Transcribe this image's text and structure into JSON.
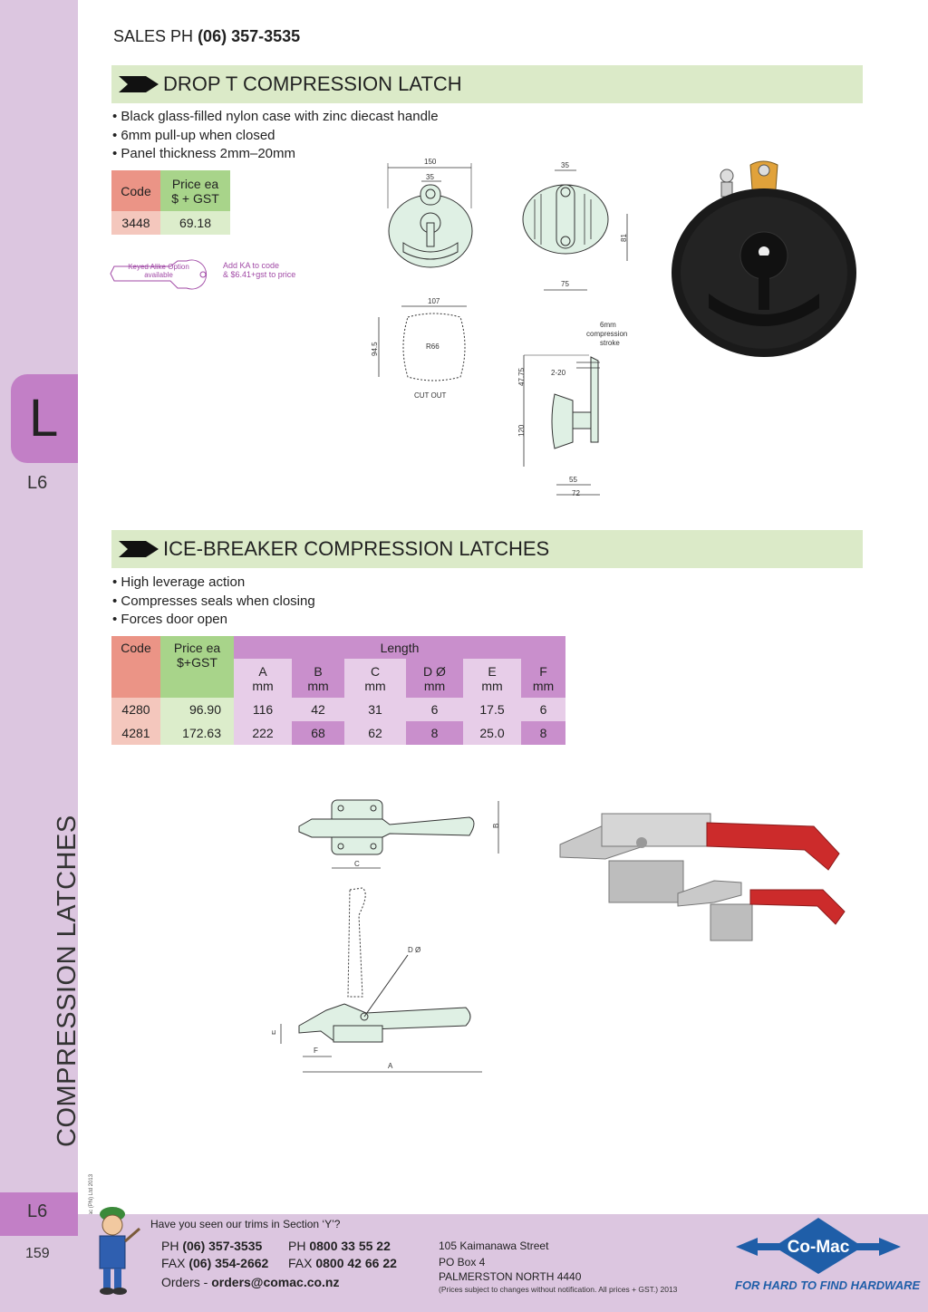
{
  "header": {
    "sales_label": "SALES  PH",
    "sales_phone": "(06) 357-3535"
  },
  "sidebar": {
    "tab_letter": "L",
    "code_top": "L6",
    "vertical_title": "COMPRESSION LATCHES",
    "copyright": "© Co-Mac (PN) Ltd 2013",
    "code_bottom": "L6",
    "page_number": "159"
  },
  "section1": {
    "title": "DROP T COMPRESSION LATCH",
    "bullets": [
      "Black glass-filled nylon case with zinc diecast handle",
      "6mm pull-up when closed",
      "Panel thickness 2mm–20mm"
    ],
    "table": {
      "code_header": "Code",
      "price_header_1": "Price ea",
      "price_header_2": "$ + GST",
      "rows": [
        {
          "code": "3448",
          "price": "69.18"
        }
      ]
    },
    "keyed": {
      "key_text_1": "Keyed Alike Option",
      "key_text_2": "available",
      "note_1": "Add KA to code",
      "note_2": "& $6.41+gst to price"
    },
    "drawing_labels": {
      "w150": "150",
      "w35a": "35",
      "w35b": "35",
      "h81": "81",
      "w75": "75",
      "w107": "107",
      "h94": "94.5",
      "r66": "R66",
      "cutout": "CUT OUT",
      "stroke_1": "6mm",
      "stroke_2": "compression",
      "stroke_3": "stroke",
      "h47": "47.75",
      "t220": "2-20",
      "h120": "120",
      "w55": "55",
      "w72": "72"
    }
  },
  "section2": {
    "title": "ICE-BREAKER COMPRESSION LATCHES",
    "bullets": [
      "High leverage action",
      "Compresses seals when closing",
      "Forces door open"
    ],
    "table": {
      "code_header": "Code",
      "price_header_1": "Price ea",
      "price_header_2": "$+GST",
      "length_header": "Length",
      "columns": [
        {
          "name": "A",
          "unit": "mm"
        },
        {
          "name": "B",
          "unit": "mm"
        },
        {
          "name": "C",
          "unit": "mm"
        },
        {
          "name": "D Ø",
          "unit": "mm"
        },
        {
          "name": "E",
          "unit": "mm"
        },
        {
          "name": "F",
          "unit": "mm"
        }
      ],
      "rows": [
        {
          "code": "4280",
          "price": "96.90",
          "a": "116",
          "b": "42",
          "c": "31",
          "d": "6",
          "e": "17.5",
          "f": "6"
        },
        {
          "code": "4281",
          "price": "172.63",
          "a": "222",
          "b": "68",
          "c": "62",
          "d": "8",
          "e": "25.0",
          "f": "8"
        }
      ]
    },
    "drawing_labels": {
      "b": "B",
      "c": "C",
      "d": "D Ø",
      "e": "E",
      "f": "F",
      "a": "A"
    }
  },
  "footer": {
    "trims_question": "Have you seen our trims in Section ‘Y’?",
    "ph_label": "PH",
    "ph_value": "(06) 357-3535",
    "ph2_label": "PH",
    "ph2_value": "0800 33 55 22",
    "fax_label": "FAX",
    "fax_value": "(06) 354-2662",
    "fax2_label": "FAX",
    "fax2_value": "0800 42 66 22",
    "orders_label": "Orders -",
    "orders_email": "orders@comac.co.nz",
    "address_1": "105 Kaimanawa Street",
    "address_2": "PO Box 4",
    "address_3": "PALMERSTON NORTH 4440",
    "disclaimer": "(Prices subject to changes without notification.  All prices + GST.)  2013",
    "logo_text": "Co-Mac",
    "tagline": "FOR HARD TO FIND HARDWARE"
  },
  "colors": {
    "sidebar": "#dcc6e0",
    "tab": "#c27fc6",
    "band": "#dbeac8",
    "code_header": "#eb9486",
    "price_header": "#a8d48a",
    "length_header": "#c98fcc",
    "brand_blue": "#1f5ea8"
  }
}
